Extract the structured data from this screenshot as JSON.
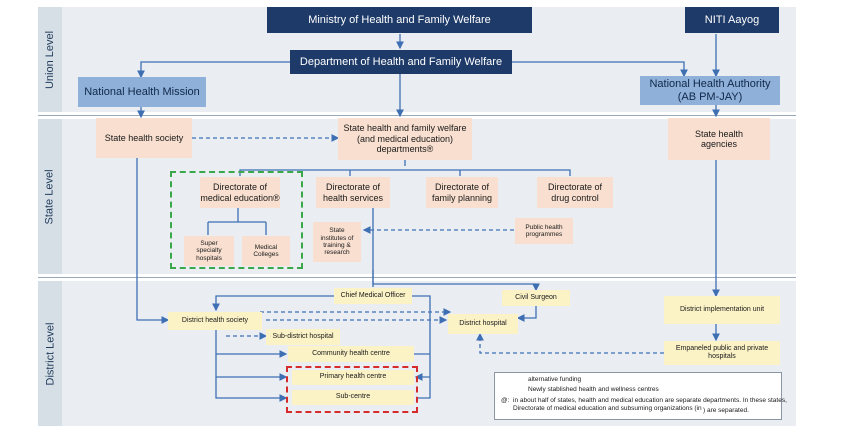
{
  "levels": {
    "union": "Union Level",
    "state": "State Level",
    "district": "District Level"
  },
  "nodes": {
    "mohfw": "Ministry of Health and Family Welfare",
    "niti": "NITI Aayog",
    "dohfw": "Department of Health and Family Welfare",
    "nhm": "National Health Mission",
    "nha": "National Health Authority\n(AB PM-JAY)",
    "shs": "State health society",
    "shfw": "State health and family welfare\n(and medical education)\ndepartments®",
    "sha": "State health\nagencies",
    "dme": "Directorate of\nmedical education®",
    "dhs": "Directorate of\nhealth services",
    "dfp": "Directorate of\nfamily planning",
    "ddc": "Directorate of\ndrug control",
    "ssh": "Super\nspecialty\nhospitals",
    "mc": "Medical\nColleges",
    "sitr": "State\ninstitutes of\ntraining &\nresearch",
    "php": "Public health\nprogrammes",
    "cmo": "Chief Medical Officer",
    "cs": "Civil Surgeon",
    "dhsoc": "District health society",
    "sdh": "Sub-district hospital",
    "dh": "District hospital",
    "chc": "Community health centre",
    "phc": "Primary health centre",
    "sc": "Sub-centre",
    "diu": "District  implementation unit",
    "epph": "Empaneled public and private hospitals"
  },
  "legend": {
    "alt": "alternative funding",
    "new": "Newly stablished health and wellness centres",
    "note_sym": "@:",
    "note": "in about half of states, health and medical education are separate departments. In these states,\nDirectorate of medical education and subsuming organizations (in",
    "note_end": ") are separated."
  },
  "colors": {
    "navy": "#1e3a68",
    "blue_box": "#8fb0d8",
    "peach": "#f8dfcf",
    "yellow": "#fbf2c6",
    "arrow": "#3f6fb3",
    "green_dash": "#3aa84a",
    "red_dash": "#d62b2b"
  }
}
